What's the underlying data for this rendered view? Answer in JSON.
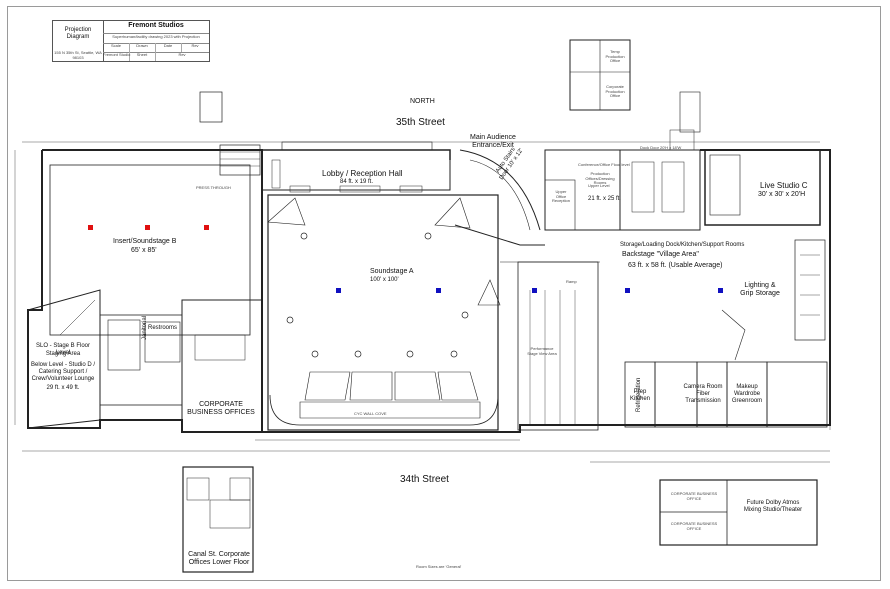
{
  "title_block": {
    "label": "Projection Diagram",
    "company": "Fremont Studios",
    "subtitle": "Superhuman/facility drawing 2023 with Projection",
    "address": "155 N 35th St, Seattle, WA 98103",
    "cells": [
      "Scale",
      "Drawn",
      "Date",
      "Rev",
      "Sheet",
      "Rev",
      "Fremont Studio"
    ]
  },
  "streets": {
    "north": "NORTH",
    "street_35": "35th Street",
    "street_34": "34th Street"
  },
  "rooms": {
    "main_entrance": "Main Audience Entrance/Exit",
    "lobby_title": "Lobby / Reception Hall",
    "lobby_size": "84 ft. x 19 ft.",
    "insert_title": "Insert/Soundstage B",
    "insert_size": "65' x 85'",
    "soundstage_a": "Soundstage A",
    "soundstage_a_size": "100' x 100'",
    "restrooms": "Restrooms",
    "janitorial": "Janitorial",
    "corporate": "CORPORATE BUSINESS OFFICES",
    "stage_b_line1": "SLO - Stage B Floor Level",
    "stage_b_line2": "Staging Area",
    "stage_b_line3": "Below Level - Studio D / Catering Support / Crew/Volunteer Lounge",
    "stage_b_size": "29 ft. x 49 ft.",
    "live_studio_c": "Live Studio C",
    "live_studio_c_size": "30' x 30' x 20'H",
    "storage_line": "Storage/Loading Dock/Kitchen/Support Rooms",
    "backstage": "Backstage \"Village Area\"",
    "backstage_size": "63 ft. x 58 ft. (Usable Average)",
    "lighting": "Lighting & Grip Storage",
    "prep_kitchen": "Prep Kitchen",
    "refrigeration": "Refrigeration",
    "camera_room": "Camera Room Fiber Transmission",
    "makeup": "Makeup Wardrobe Greenroom",
    "conference": "Conference/Office Floor level",
    "production_offices": "Production Offices/Dressing Rooms",
    "upper_level": "Upper Level",
    "office_size": "21 ft. x 25 ft.",
    "upper_reception": "Upper Office Reception",
    "dock_door": "Dock Door 20'H x 18'W",
    "canal_title": "Canal St. Corporate Offices Lower Floor",
    "future": "Future Dolby Atmos Mixing Studio/Theater",
    "corporate_office_1": "CORPORATE BUSINESS OFFICE",
    "corporate_office_2": "CORPORATE BUSINESS OFFICE",
    "press_through": "PRESS THROUGH",
    "cyc_wall": "CYC WALL COVE",
    "perf_stage": "Performance Stage View Area",
    "ramp": "Ramp",
    "auto_stairs": "Auto Stairs Door 10' x 12'",
    "top_production_office": "Temp Production Office",
    "corporate_office_top": "Corporate Production Office",
    "room_sizes_note": "Room Sizes are 'General'"
  },
  "colors": {
    "marker_red": "#e01010",
    "marker_blue": "#1010c0",
    "wall": "#222222",
    "frame": "#9a9a9a"
  }
}
